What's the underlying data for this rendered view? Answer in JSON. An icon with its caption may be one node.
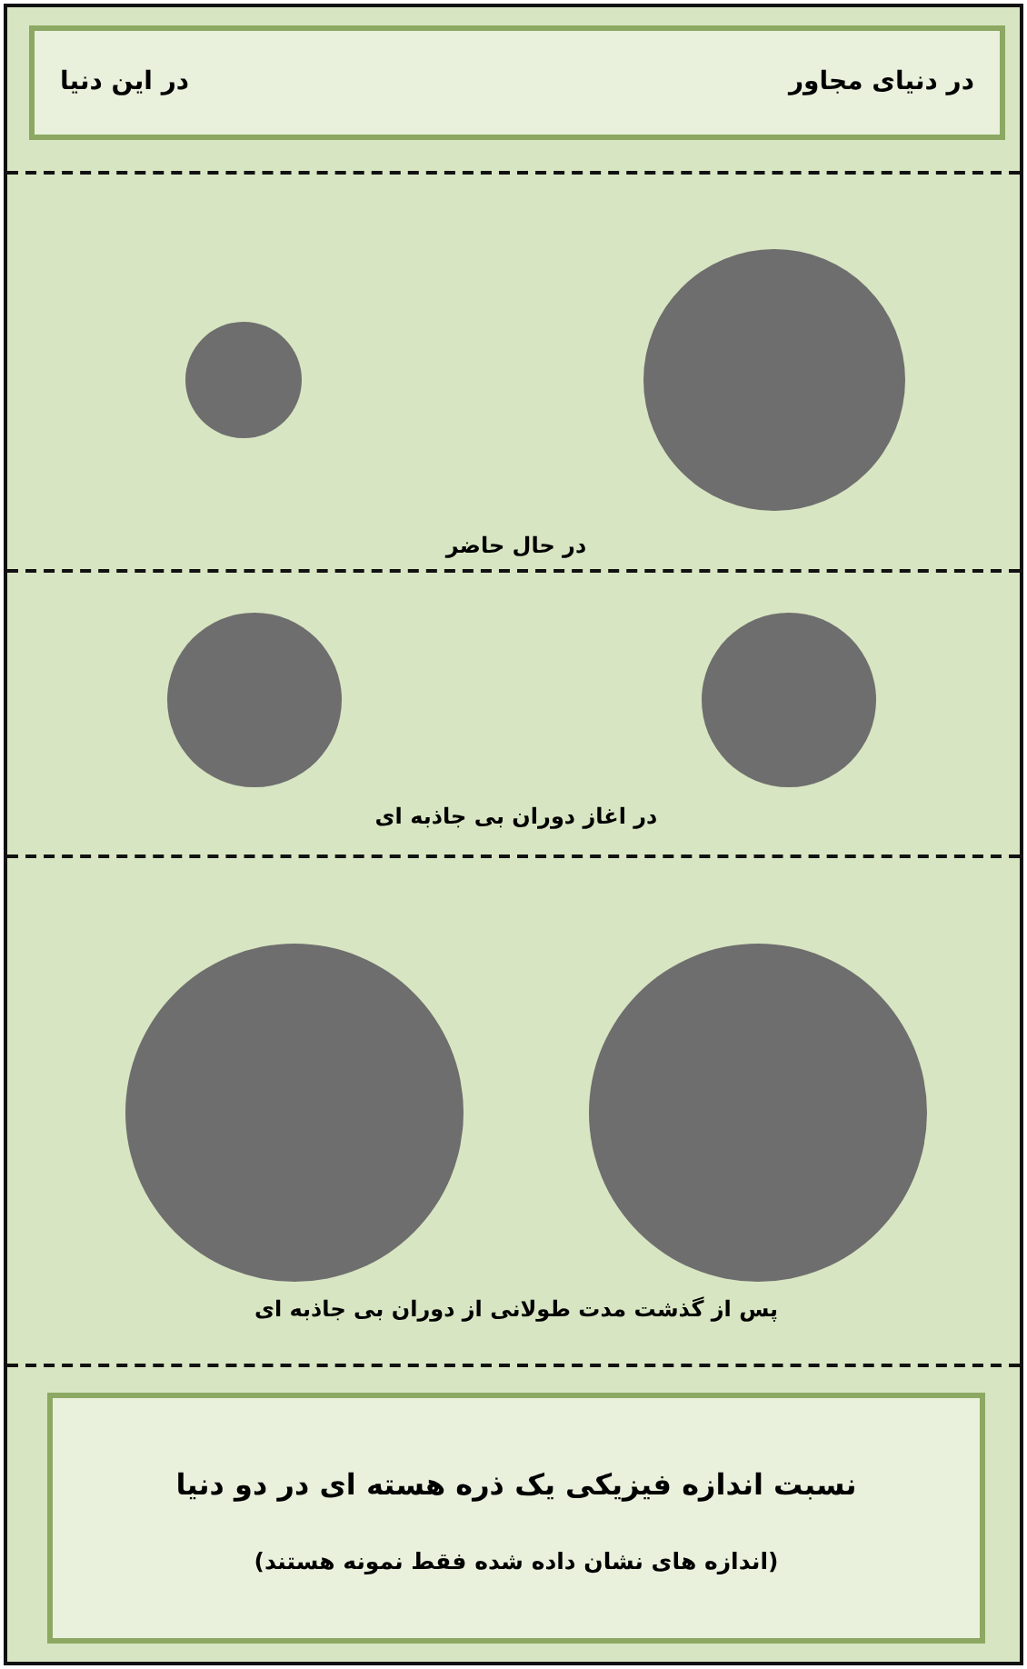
{
  "diagram": {
    "nodes": [
      {
        "text": [
          "در دنیای مجاور",
          "در این دنیا"
        ]
      },
      {
        "text": [],
        "shape": "circle"
      },
      {
        "text": [],
        "shape": "circle"
      },
      {
        "text": [],
        "shape": "circle"
      },
      {
        "text": [],
        "shape": "circle"
      },
      {
        "text": [],
        "shape": "circle"
      },
      {
        "text": [],
        "shape": "circle"
      },
      {
        "text": [
          "نسبت اندازه فیزیکی یک ذره هسته ای در دو دنیا",
          "(اندازه های نشان داده شده فقط نمونه هستند)"
        ]
      }
    ],
    "labels": [
      "در حال حاضر",
      "در اغاز دوران بی جاذبه ای",
      "پس از گذشت مدت طولانی از دوران بی جاذبه ای"
    ]
  }
}
